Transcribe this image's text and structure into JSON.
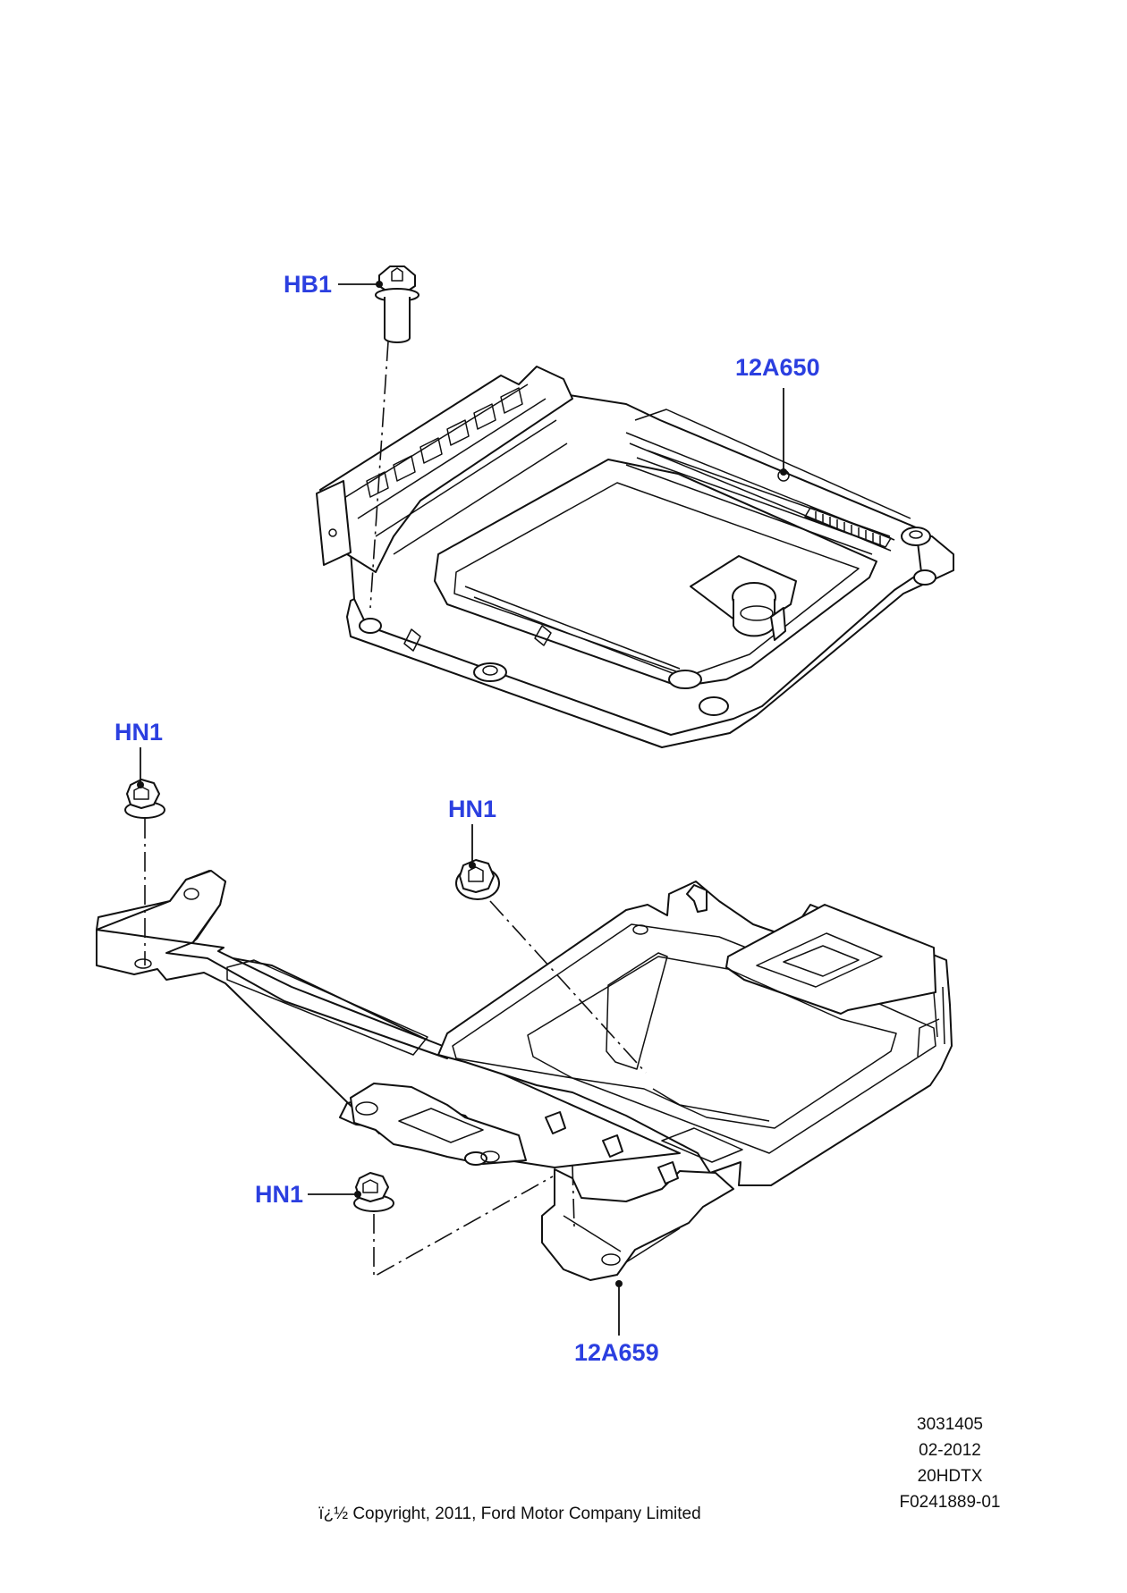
{
  "callouts": {
    "hb1": "HB1",
    "module_part": "12A650",
    "hn1_left": "HN1",
    "hn1_center": "HN1",
    "hn1_bottom": "HN1",
    "bracket_part": "12A659"
  },
  "info_block": {
    "line1": "3031405",
    "line2": "02-2012",
    "line3": "20HDTX",
    "line4": "F0241889-01"
  },
  "copyright": "ï¿½ Copyright, 2011, Ford Motor Company Limited",
  "colors": {
    "callout_text": "#2b3fe0",
    "line_art": "#111111"
  }
}
